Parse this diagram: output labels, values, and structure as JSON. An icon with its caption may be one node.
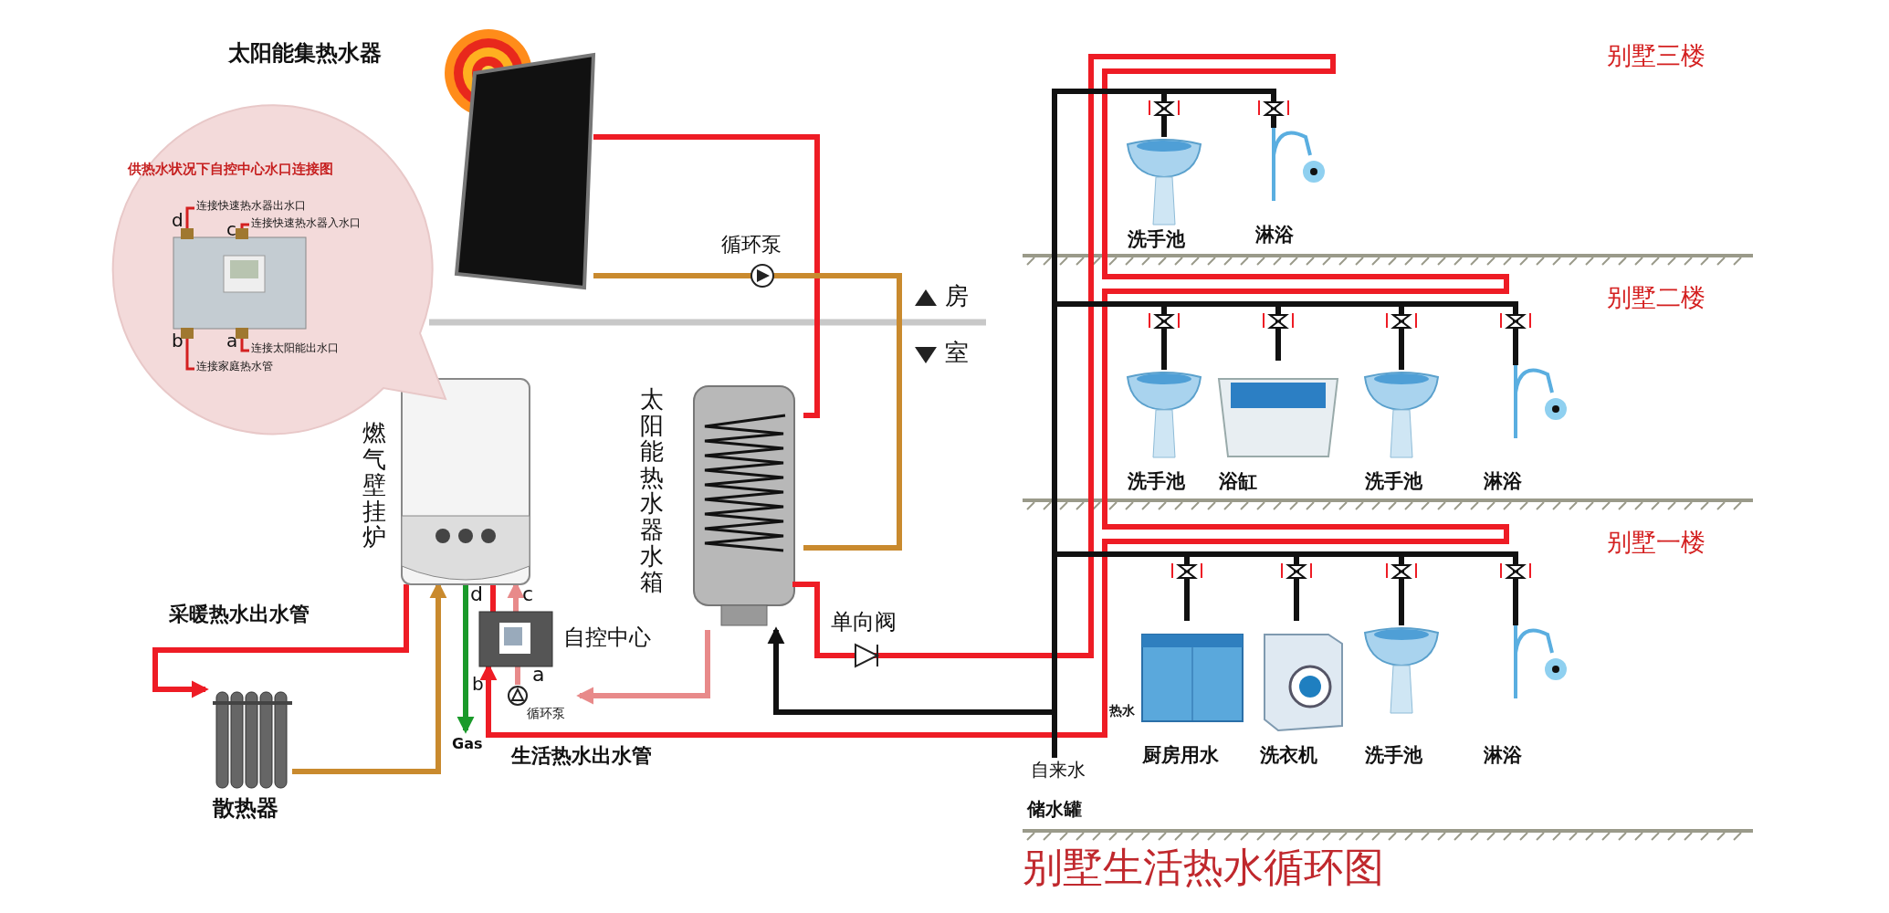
{
  "diagram": {
    "title": "别墅生活热水循环图",
    "nodes": [
      {
        "text": [
          "太阳能集热水器"
        ]
      },
      {
        "text": [
          "循环泵"
        ]
      },
      {
        "text": [
          "太阳能热水器水箱"
        ]
      },
      {
        "text": [
          "燃气壁挂炉"
        ]
      },
      {
        "text": [
          "自控中心"
        ]
      },
      {
        "text": [
          "循环泵"
        ]
      },
      {
        "text": [
          "散热器"
        ]
      },
      {
        "text": [
          "Gas"
        ]
      },
      {
        "text": [
          "单向阀"
        ]
      },
      {
        "text": [
          "自来水"
        ]
      },
      {
        "text": [
          "供热水状况下自控中心水口连接图",
          "连接快速热水器出水口",
          "连接快速热水器入水口",
          "连接太阳能出水口",
          "连接家庭热水管"
        ]
      },
      {
        "text": [
          "洗手池"
        ]
      },
      {
        "text": [
          "淋浴"
        ]
      },
      {
        "text": [
          "洗手池"
        ]
      },
      {
        "text": [
          "浴缸"
        ]
      },
      {
        "text": [
          "洗手池"
        ]
      },
      {
        "text": [
          "淋浴"
        ]
      },
      {
        "text": [
          "厨房用水"
        ]
      },
      {
        "text": [
          "洗衣机"
        ]
      },
      {
        "text": [
          "洗手池"
        ]
      },
      {
        "text": [
          "淋浴"
        ]
      }
    ],
    "edges": [
      {
        "from": 0,
        "to": 2,
        "arrow": "none",
        "color": "#ee1c25"
      },
      {
        "from": 2,
        "to": 1,
        "arrow": "none",
        "color": "#c98a2e"
      },
      {
        "from": 1,
        "to": 0,
        "arrow": "none",
        "color": "#c98a2e"
      },
      {
        "from": 2,
        "to": 5,
        "arrow": "to",
        "color": "#e88a8a"
      },
      {
        "from": 5,
        "to": 4,
        "arrow": "none",
        "color": "#e88a8a"
      },
      {
        "from": 4,
        "to": 3,
        "arrow": "to",
        "color": "#e88a8a"
      },
      {
        "from": 3,
        "to": 4,
        "arrow": "none",
        "color": "#ee1c25"
      },
      {
        "from": 8,
        "to": 4,
        "arrow": "to",
        "color": "#ee1c25"
      },
      {
        "from": 3,
        "to": 6,
        "arrow": "to",
        "color": "#ee1c25"
      },
      {
        "from": 6,
        "to": 3,
        "arrow": "to",
        "color": "#c98a2e"
      },
      {
        "from": 3,
        "to": 7,
        "arrow": "to",
        "color": "#1a9a2a"
      },
      {
        "from": 2,
        "to": 8,
        "arrow": "none",
        "color": "#ee1c25"
      },
      {
        "from": 9,
        "to": 2,
        "arrow": "to",
        "color": "#111111"
      },
      {
        "from": 9,
        "to": 11,
        "arrow": "none",
        "color": "#111111"
      },
      {
        "from": 9,
        "to": 12,
        "arrow": "none",
        "color": "#111111"
      },
      {
        "from": 9,
        "to": 13,
        "arrow": "none",
        "color": "#111111"
      },
      {
        "from": 9,
        "to": 14,
        "arrow": "none",
        "color": "#111111"
      },
      {
        "from": 9,
        "to": 15,
        "arrow": "none",
        "color": "#111111"
      },
      {
        "from": 9,
        "to": 16,
        "arrow": "none",
        "color": "#111111"
      },
      {
        "from": 9,
        "to": 17,
        "arrow": "none",
        "color": "#111111"
      },
      {
        "from": 9,
        "to": 18,
        "arrow": "none",
        "color": "#111111"
      },
      {
        "from": 9,
        "to": 19,
        "arrow": "none",
        "color": "#111111"
      },
      {
        "from": 9,
        "to": 20,
        "arrow": "none",
        "color": "#111111"
      }
    ],
    "labels": [
      "别墅三楼",
      "d",
      "c",
      "b",
      "a",
      "房",
      "室",
      "别墅二楼",
      "别墅一楼",
      "d",
      "c",
      "b",
      "a",
      "采暖热水出水管",
      "生活热水出水管",
      "热水",
      "储水罐"
    ]
  }
}
